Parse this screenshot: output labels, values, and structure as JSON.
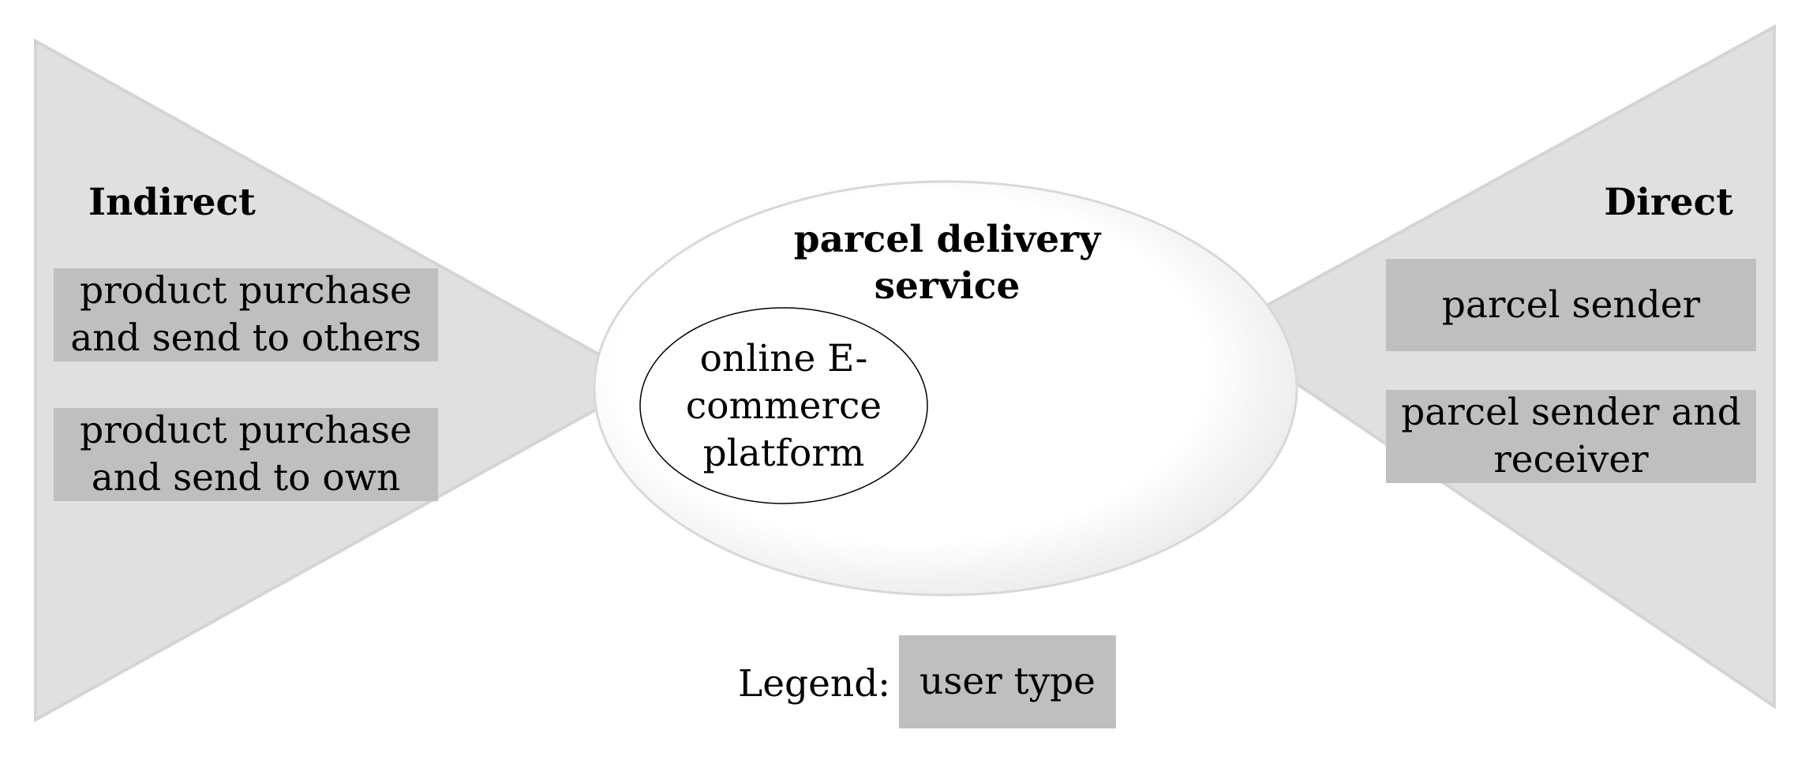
{
  "colors": {
    "triangle_fill": "#e0e0e0",
    "triangle_stroke": "#d4d4d4",
    "box_fill": "#bfbfbf",
    "ellipse_fill": "#ffffff",
    "ellipse_shadow": "#e6e6e6",
    "text": "#000000"
  },
  "left_group": {
    "heading": "Indirect",
    "items": [
      "product purchase\nand send to others",
      "product purchase\nand send to own"
    ]
  },
  "right_group": {
    "heading": "Direct",
    "items": [
      "parcel sender",
      "parcel sender and\nreceiver"
    ]
  },
  "center": {
    "title": "parcel delivery\nservice",
    "inner_label": "online E-\ncommerce\nplatform"
  },
  "legend": {
    "label": "Legend:",
    "item": "user type"
  }
}
